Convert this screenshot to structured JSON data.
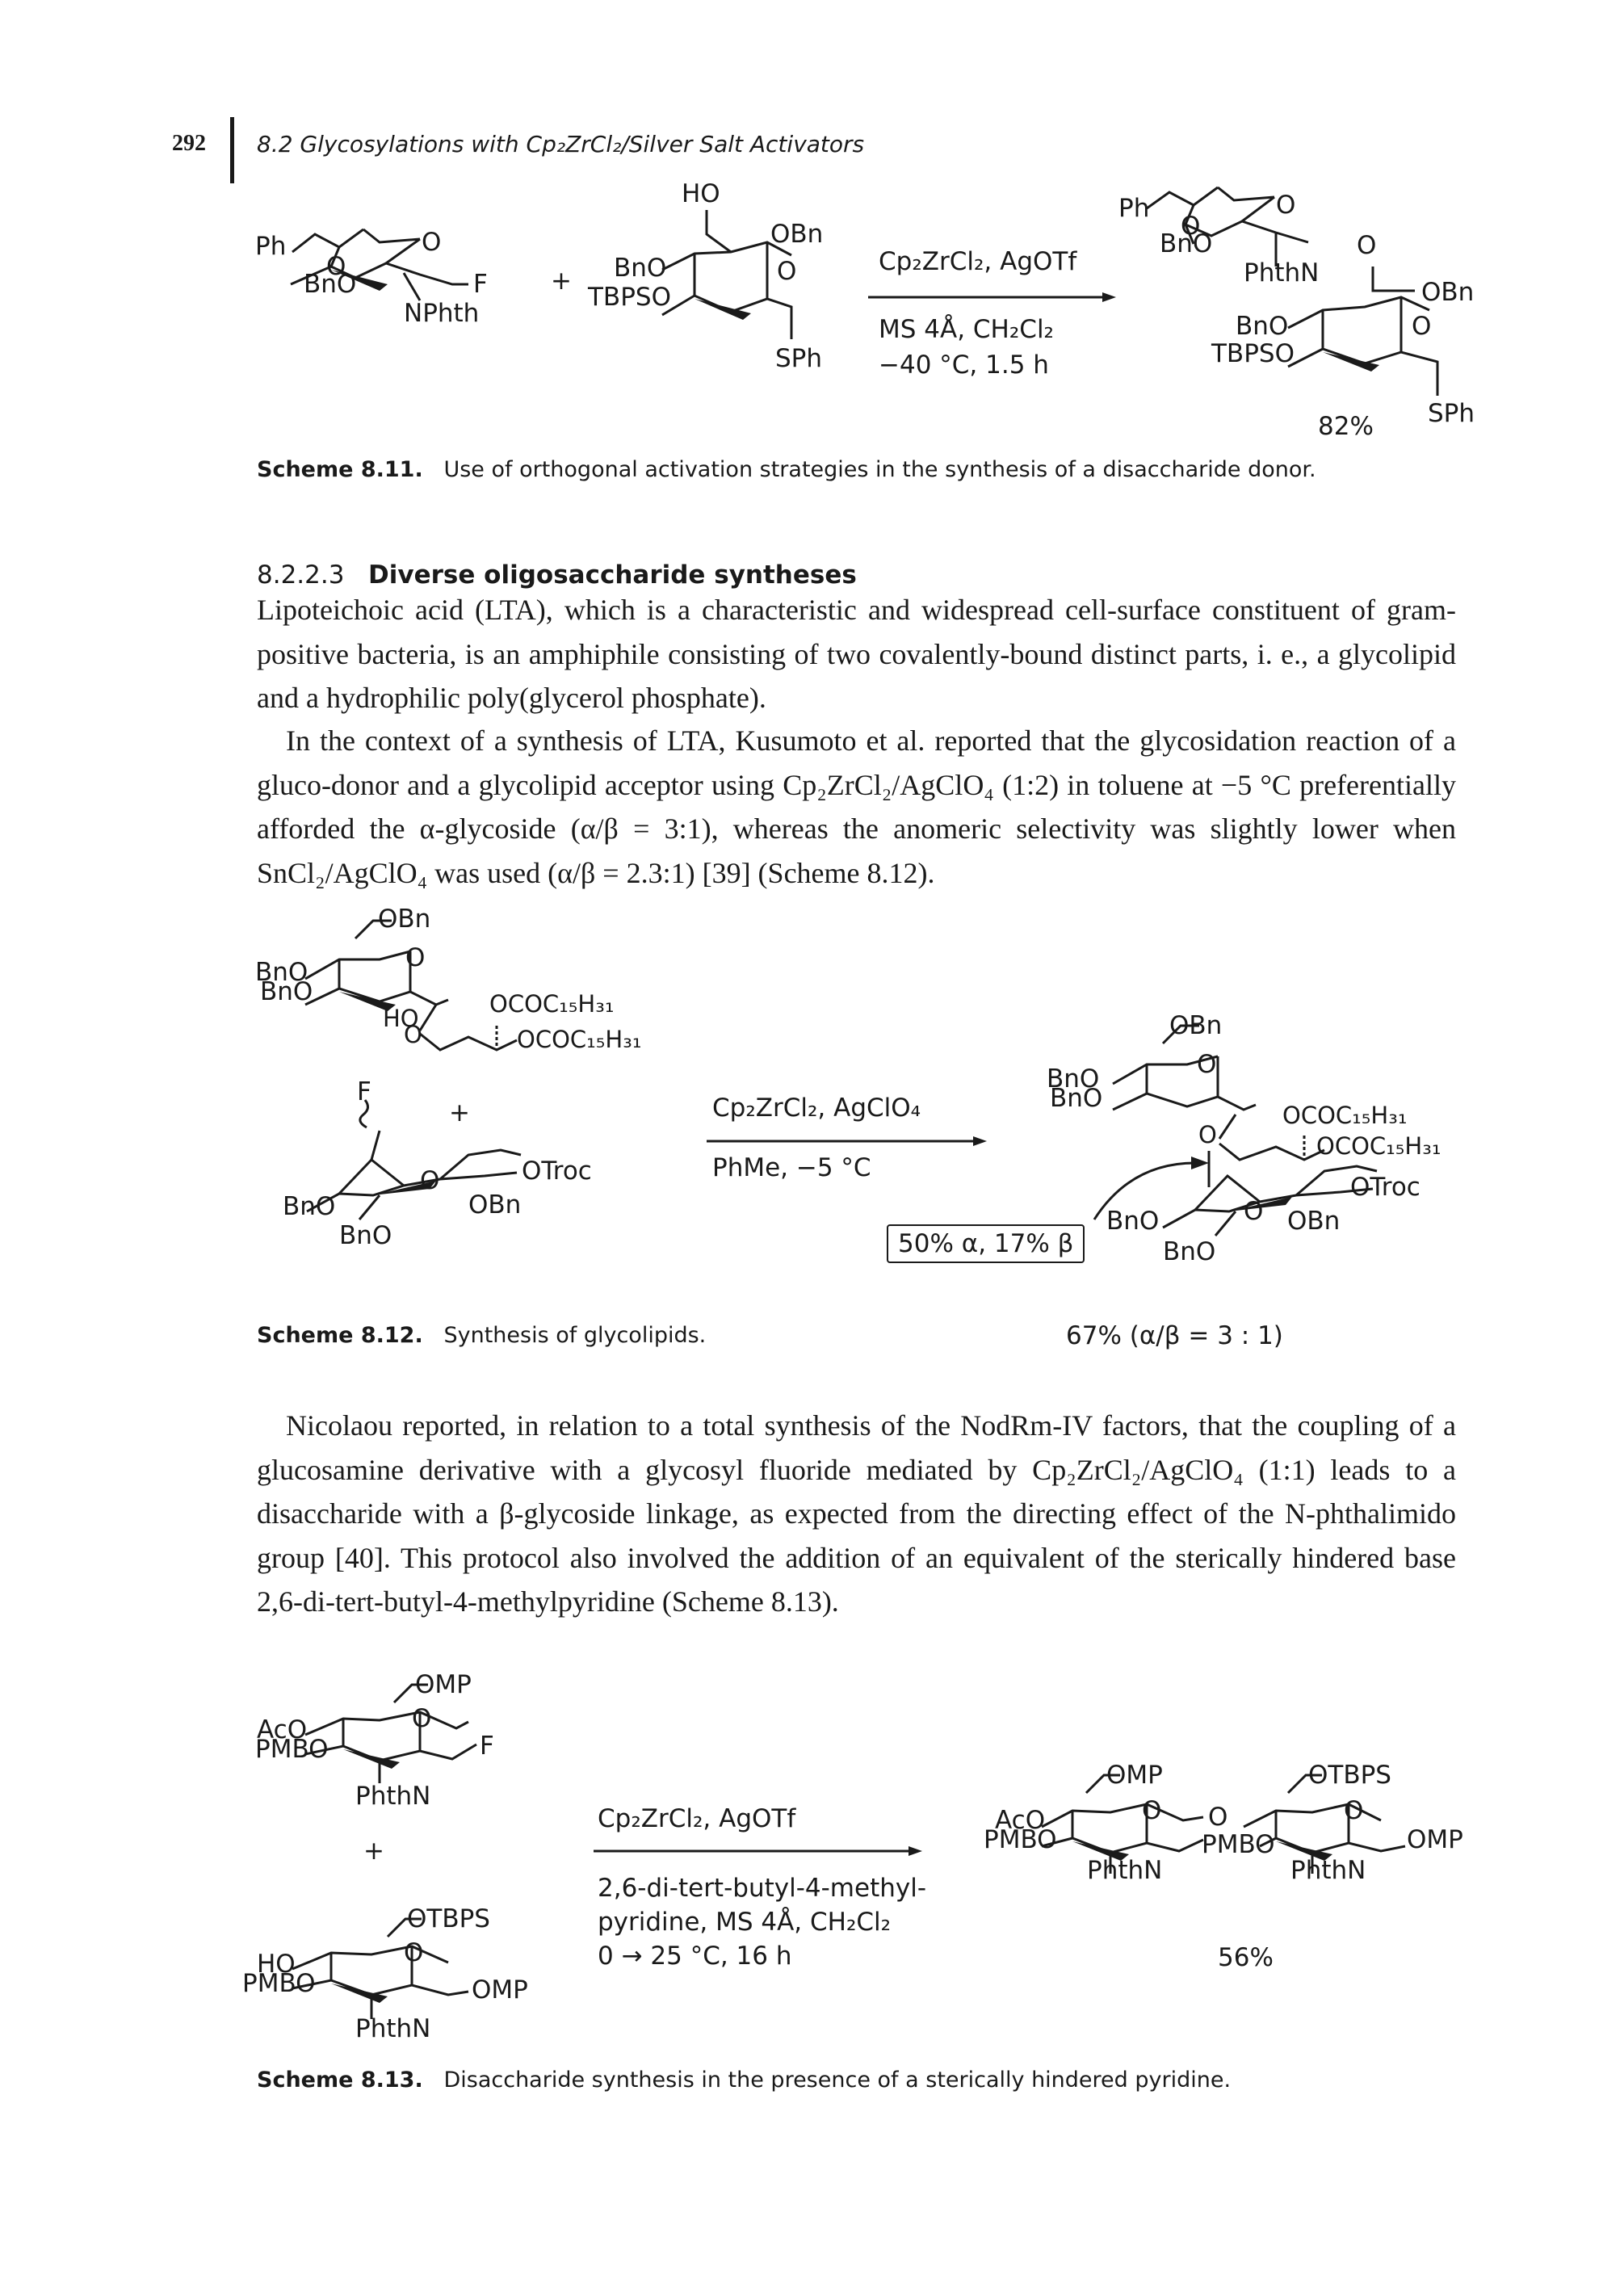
{
  "header": {
    "page_number": "292",
    "running_title": "8.2 Glycosylations with Cp₂ZrCl₂/Silver Salt Activators"
  },
  "scheme_8_11": {
    "reactant1": {
      "ph": "Ph",
      "o1": "O",
      "o2": "O",
      "bno": "BnO",
      "f": "F",
      "nphth": "NPhth"
    },
    "plus": "+",
    "reactant2": {
      "ho": "HO",
      "obn": "OBn",
      "bno": "BnO",
      "o": "O",
      "tbpso": "TBPSO",
      "sph": "SPh"
    },
    "reagents_above": "Cp₂ZrCl₂, AgOTf",
    "reagents_below_1": "MS 4Å, CH₂Cl₂",
    "reagents_below_2": "−40 °C, 1.5 h",
    "product": {
      "ph": "Ph",
      "o1": "O",
      "o2": "O",
      "bno": "BnO",
      "o3": "O",
      "phthn": "PhthN",
      "obn": "OBn",
      "bno2": "BnO",
      "o4": "O",
      "tbpso": "TBPSO",
      "sph": "SPh"
    },
    "yield": "82%",
    "caption_label": "Scheme 8.11.",
    "caption_text": "Use of orthogonal activation strategies in the synthesis of a disaccharide donor."
  },
  "section": {
    "number": "8.2.2.3",
    "title": "Diverse oligosaccharide syntheses"
  },
  "paragraphs": [
    "Lipoteichoic acid (LTA), which is a characteristic and widespread cell-surface constituent of gram-positive bacteria, is an amphiphile consisting of two covalently-bound distinct parts, i. e., a glycolipid and a hydrophilic poly(glycerol phosphate).",
    "In the context of a synthesis of LTA, Kusumoto et al. reported that the glycosidation reaction of a gluco-donor and a glycolipid acceptor using Cp₂ZrCl₂/AgClO₄ (1:2) in toluene at −5 °C preferentially afforded the α-glycoside (α/β = 3:1), whereas the anomeric selectivity was slightly lower when SnCl₂/AgClO₄ was used (α/β = 2.3:1) [39] (Scheme 8.12).",
    "Nicolaou reported, in relation to a total synthesis of the NodRm-IV factors, that the coupling of a glucosamine derivative with a glycosyl fluoride mediated by Cp₂ZrCl₂/AgClO₄ (1:1) leads to a disaccharide with a β-glycoside linkage, as expected from the directing effect of the N-phthalimido group [40]. This protocol also involved the addition of an equivalent of the sterically hindered base 2,6-di-tert-butyl-4-methylpyridine (Scheme 8.13)."
  ],
  "scheme_8_12": {
    "acceptor": {
      "obn": "OBn",
      "bno1": "BnO",
      "bno2": "BnO",
      "o": "O",
      "ho": "HO",
      "o2": "O",
      "ester1": "OCOC₁₅H₃₁",
      "ester2": "OCOC₁₅H₃₁"
    },
    "plus": "+",
    "donor": {
      "f": "F",
      "o": "O",
      "otroc": "OTroc",
      "bno1": "BnO",
      "obn": "OBn",
      "bno2": "BnO"
    },
    "reagents_above": "Cp₂ZrCl₂, AgClO₄",
    "reagents_below": "PhMe, −5 °C",
    "product": {
      "obn": "OBn",
      "bno1": "BnO",
      "bno2": "BnO",
      "o": "O",
      "o2": "O",
      "ester1": "OCOC₁₅H₃₁",
      "ester2": "OCOC₁₅H₃₁",
      "o3": "O",
      "otroc": "OTroc",
      "bno3": "BnO",
      "obn2": "OBn",
      "bno4": "BnO"
    },
    "boxed_yield": "50% α, 17% β",
    "yield": "67% (α/β = 3 : 1)",
    "caption_label": "Scheme 8.12.",
    "caption_text": "Synthesis of glycolipids."
  },
  "scheme_8_13": {
    "donor": {
      "omp": "OMP",
      "aco": "AcO",
      "o": "O",
      "pmbo": "PMBO",
      "f": "F",
      "phthn": "PhthN"
    },
    "plus": "+",
    "acceptor": {
      "otbps": "OTBPS",
      "ho": "HO",
      "o": "O",
      "pmbo": "PMBO",
      "omp": "OMP",
      "phthn": "PhthN"
    },
    "reagents_above": "Cp₂ZrCl₂, AgOTf",
    "reagents_below_1": "2,6-di-tert-butyl-4-methyl-",
    "reagents_below_2": "pyridine, MS 4Å, CH₂Cl₂",
    "reagents_below_3": "0 → 25 °C, 16 h",
    "product": {
      "omp1": "OMP",
      "aco": "AcO",
      "o1": "O",
      "pmbo1": "PMBO",
      "phthn1": "PhthN",
      "o2": "O",
      "otbps": "OTBPS",
      "o3": "O",
      "pmbo2": "PMBO",
      "omp2": "OMP",
      "phthn2": "PhthN"
    },
    "yield": "56%",
    "caption_label": "Scheme 8.13.",
    "caption_text": "Disaccharide synthesis in the presence of a sterically hindered pyridine."
  }
}
